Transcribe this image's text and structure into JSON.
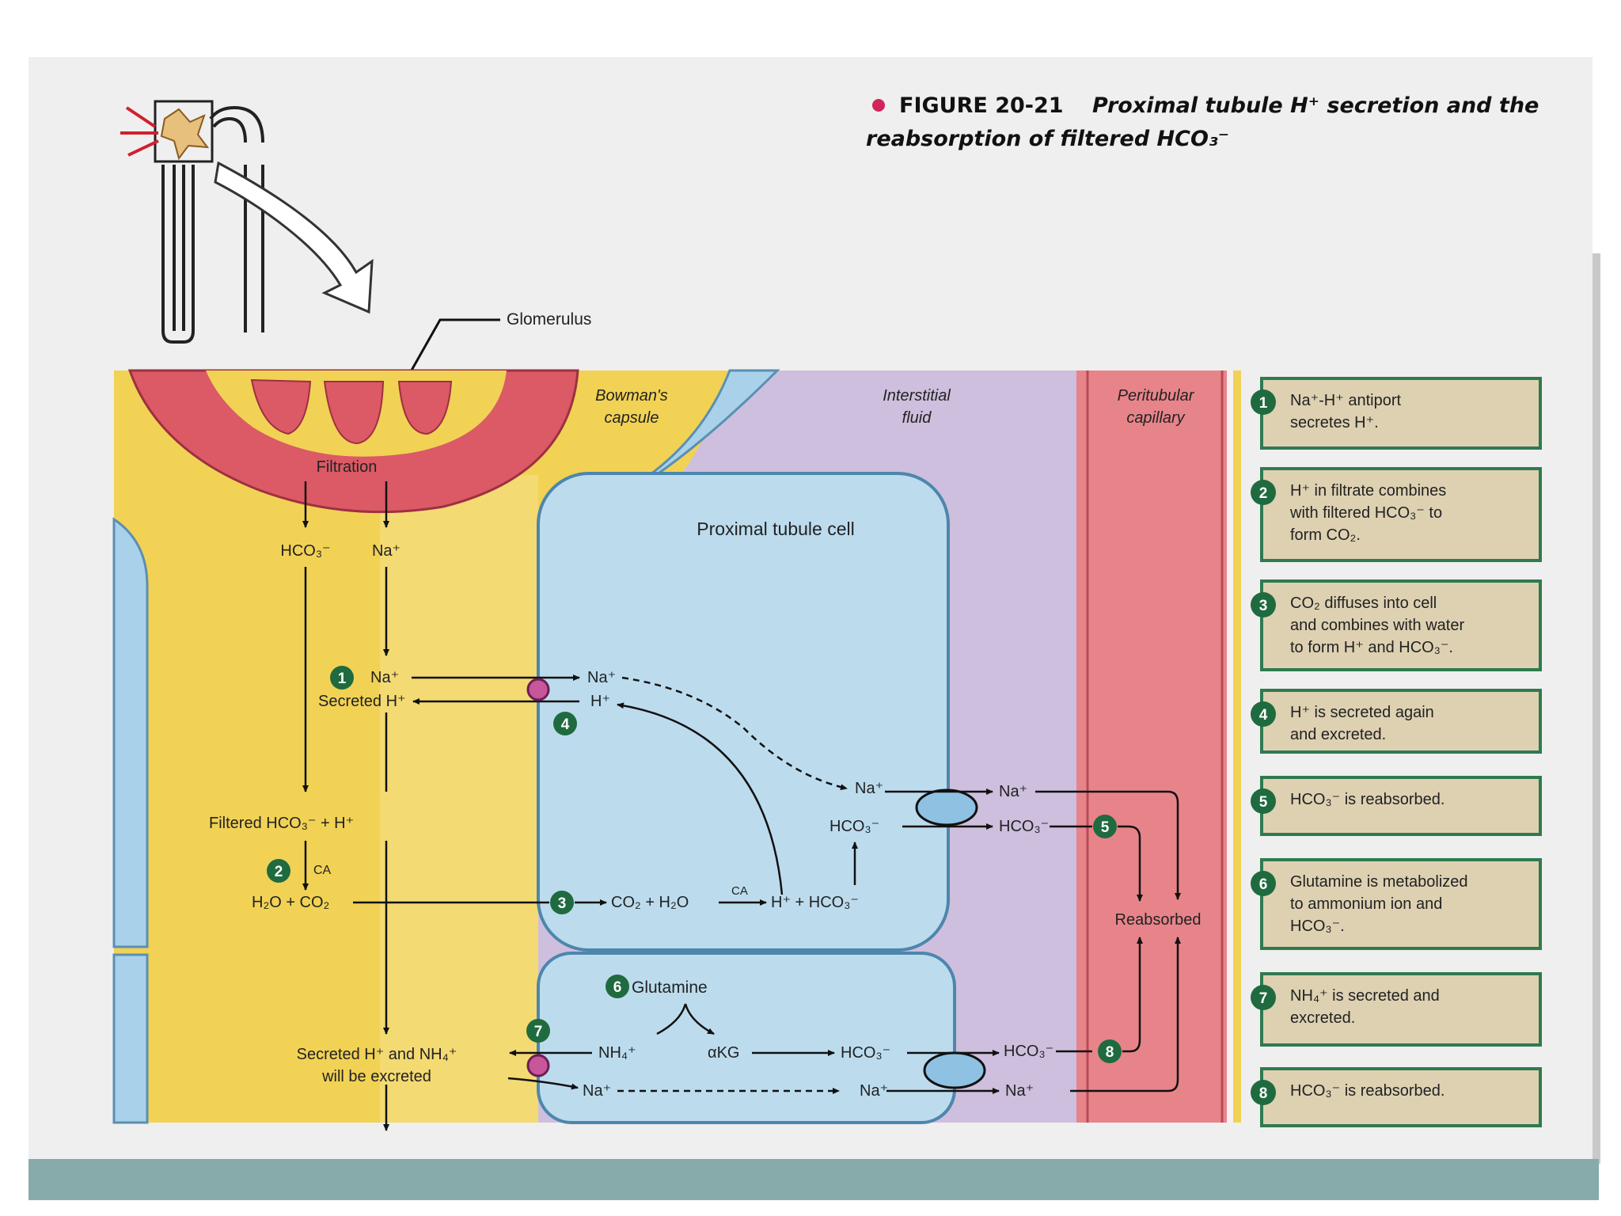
{
  "figure": {
    "number": "FIGURE 20-21",
    "caption_line1": "Proximal tubule H⁺ secretion and the",
    "caption_line2": "reabsorption of filtered HCO₃⁻"
  },
  "regions": {
    "glomerulus": "Glomerulus",
    "bowmans_capsule_1": "Bowman's",
    "bowmans_capsule_2": "capsule",
    "interstitial_1": "Interstitial",
    "interstitial_2": "fluid",
    "peritubular_1": "Peritubular",
    "peritubular_2": "capillary",
    "cell": "Proximal tubule cell"
  },
  "labels": {
    "filtration": "Filtration",
    "hco3": "HCO₃⁻",
    "na": "Na⁺",
    "na_lumen": "Na⁺",
    "secreted_h": "Secreted H⁺",
    "na_cell": "Na⁺",
    "h_cell": "H⁺",
    "filtered_hco3": "Filtered HCO₃⁻ + H⁺",
    "ca": "CA",
    "h2o_co2": "H₂O + CO₂",
    "co2_h2o": "CO₂ + H₂O",
    "ca_cell": "CA",
    "h_hco3": "H⁺ + HCO₃⁻",
    "na_baso": "Na⁺",
    "hco3_baso": "HCO₃⁻",
    "na_int": "Na⁺",
    "hco3_int": "HCO₃⁻",
    "reabsorbed": "Reabsorbed",
    "glutamine": "Glutamine",
    "nh4": "NH₄⁺",
    "akg": "αKG",
    "hco3_low": "HCO₃⁻",
    "hco3_low_int": "HCO₃⁻",
    "na_low_lumen": "Na⁺",
    "na_low_baso": "Na⁺",
    "na_low_int": "Na⁺",
    "excreted_1": "Secreted H⁺ and NH₄⁺",
    "excreted_2": "will be excreted"
  },
  "steps": [
    {
      "num": "1",
      "line1": "Na⁺-H⁺ antiport",
      "line2": "secretes H⁺.",
      "line3": ""
    },
    {
      "num": "2",
      "line1": "H⁺ in filtrate combines",
      "line2": "with filtered HCO₃⁻ to",
      "line3": "form CO₂."
    },
    {
      "num": "3",
      "line1": "CO₂ diffuses into cell",
      "line2": "and combines with water",
      "line3": "to form H⁺ and HCO₃⁻."
    },
    {
      "num": "4",
      "line1": "H⁺ is secreted again",
      "line2": "and excreted.",
      "line3": ""
    },
    {
      "num": "5",
      "line1": "HCO₃⁻ is reabsorbed.",
      "line2": "",
      "line3": ""
    },
    {
      "num": "6",
      "line1": "Glutamine is metabolized",
      "line2": "to ammonium ion and",
      "line3": "HCO₃⁻."
    },
    {
      "num": "7",
      "line1": "NH₄⁺ is secreted and",
      "line2": "excreted.",
      "line3": ""
    },
    {
      "num": "8",
      "line1": "HCO₃⁻ is reabsorbed.",
      "line2": "",
      "line3": ""
    }
  ],
  "markers": {
    "m1": "1",
    "m2": "2",
    "m3": "3",
    "m4": "4",
    "m5": "5",
    "m6": "6",
    "m7": "7",
    "m8": "8"
  },
  "colors": {
    "lumen_yellow": "#f1d255",
    "interstitial_lavender": "#cdbfdd",
    "cell_blue": "#bcdcee",
    "capillary_red": "#e7848a",
    "glomerulus_red": "#db5a66",
    "step_box": "#ddd1b2",
    "step_border": "#2f7a4f",
    "marker_green": "#1f6b3f",
    "antiporter_pink": "#c8569b",
    "footer_teal": "#86abaa"
  }
}
